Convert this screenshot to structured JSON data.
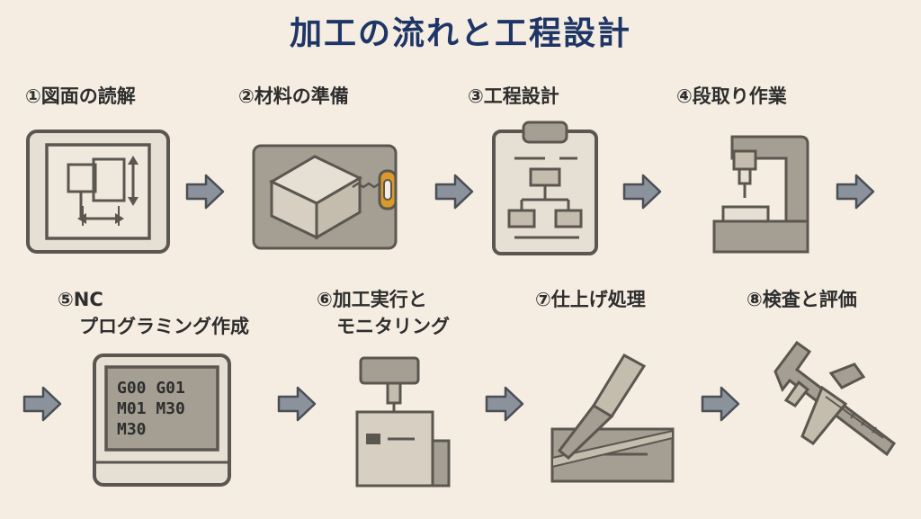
{
  "title": "加工の流れと工程設計",
  "steps": [
    {
      "label": "①図面の読解",
      "icon": "blueprint-icon"
    },
    {
      "label": "②材料の準備",
      "icon": "material-block-saw-icon"
    },
    {
      "label": "③工程設計",
      "icon": "clipboard-flowchart-icon"
    },
    {
      "label": "④段取り作業",
      "icon": "machine-setup-icon"
    },
    {
      "label_line1": "⑤NC",
      "label_line2": "プログラミング作成",
      "icon": "nc-program-screen-icon"
    },
    {
      "label_line1": "⑥加工実行と",
      "label_line2": "モニタリング",
      "icon": "machining-monitoring-icon"
    },
    {
      "label": "⑦仕上げ処理",
      "icon": "file-finishing-icon"
    },
    {
      "label": "⑧検査と評価",
      "icon": "caliper-icon"
    }
  ],
  "nc_code": {
    "line1": "G00 G01",
    "line2": "M01 M30",
    "line3": "M30"
  },
  "colors": {
    "title": "#1e3566",
    "background": "#f5ede2",
    "icon_fill": "#e6e0d4",
    "icon_stroke": "#5a5750",
    "icon_dark": "#a49f92",
    "arrow_fill": "#8b929b",
    "saw_handle": "#d99a2b"
  }
}
